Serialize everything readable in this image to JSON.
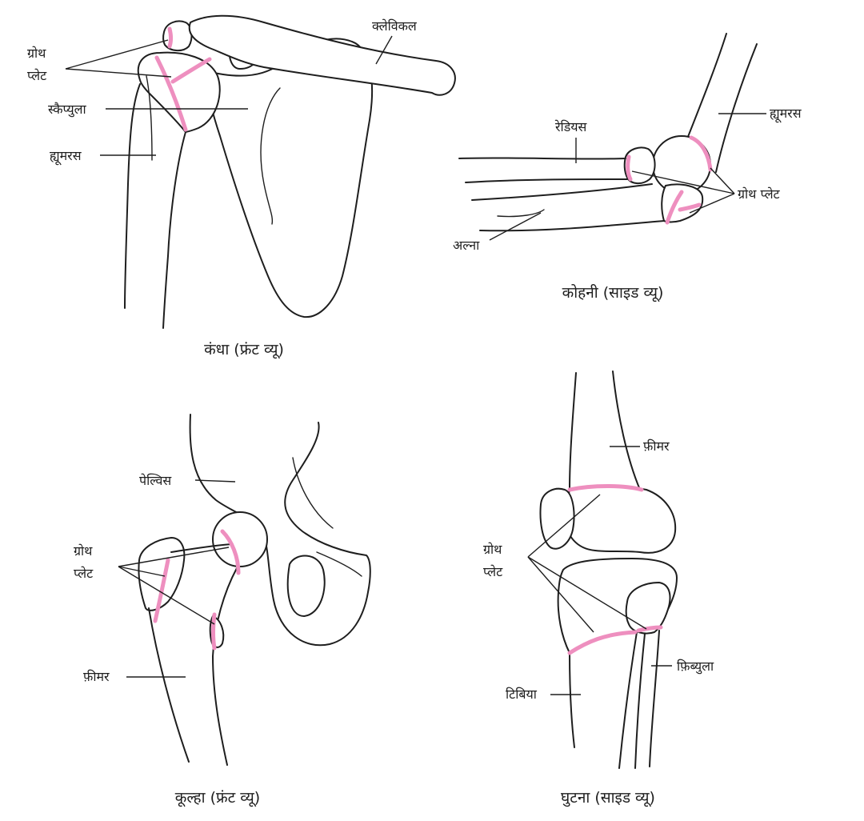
{
  "colors": {
    "growth_plate": "#ee8fbf",
    "outline": "#1e1e1e",
    "background": "#ffffff"
  },
  "shoulder": {
    "caption": "कंधा (फ्रंट व्यू)",
    "growth_plate_line1": "ग्रोथ",
    "growth_plate_line2": "प्लेट",
    "clavicle": "क्लेविकल",
    "scapula": "स्कैप्युला",
    "humerus": "ह्यूमरस"
  },
  "elbow": {
    "caption": "कोहनी (साइड व्यू)",
    "radius": "रेडियस",
    "humerus": "ह्यूमरस",
    "growth_plate": "ग्रोथ प्लेट",
    "ulna": "अल्ना"
  },
  "hip": {
    "caption": "कूल्हा (फ्रंट व्यू)",
    "pelvis": "पेल्विस",
    "growth_plate_line1": "ग्रोथ",
    "growth_plate_line2": "प्लेट",
    "femur": "फ़ीमर"
  },
  "knee": {
    "caption": "घुटना (साइड व्यू)",
    "femur": "फ़ीमर",
    "growth_plate_line1": "ग्रोथ",
    "growth_plate_line2": "प्लेट",
    "fibula": "फ़िब्युला",
    "tibia": "टिबिया"
  }
}
